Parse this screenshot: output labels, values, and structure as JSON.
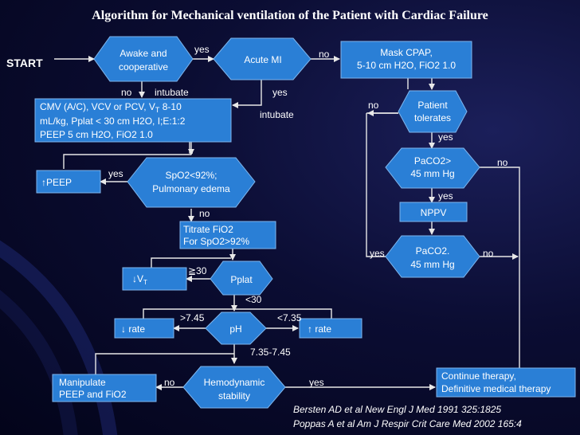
{
  "title": "Algorithm for Mechanical ventilation of the Patient with Cardiac Failure",
  "start_label": "START",
  "nodes": {
    "awake": [
      "Awake and",
      "cooperative"
    ],
    "acute_mi": [
      "Acute MI"
    ],
    "mask_cpap": [
      "Mask CPAP,",
      "5-10 cm H2O, FiO2 1.0"
    ],
    "patient_tolerates": [
      "Patient",
      "tolerates"
    ],
    "cmv": [
      "CMV (A/C), VCV or PCV, V",
      "T",
      " 8-10",
      "mL/kg, Pplat < 30 cm H2O, I;E:1:2",
      "PEEP 5 cm H2O, FiO2 1.0"
    ],
    "paco2_high": [
      "PaCO2>",
      "45 mm Hg"
    ],
    "peep": "↑PEEP",
    "spo2": [
      "SpO2<92%;",
      "Pulmonary edema"
    ],
    "nppv": "NPPV",
    "titrate": [
      "Titrate FiO2",
      "For SpO2>92%"
    ],
    "paco2_2": [
      "PaCO2.",
      "45 mm Hg"
    ],
    "vt": [
      "↓V",
      "T"
    ],
    "pplat": "Pplat",
    "rate_down": "↓ rate",
    "ph": "pH",
    "rate_up": "↑ rate",
    "manipulate": [
      "Manipulate",
      "PEEP and FiO2"
    ],
    "hemodynamic": [
      "Hemodynamic",
      "stability"
    ],
    "continue": [
      "Continue therapy,",
      "Definitive medical therapy"
    ]
  },
  "edge_labels": {
    "awake_yes": "yes",
    "mi_no": "no",
    "awake_no": "no",
    "intubate1": "intubate",
    "mi_yes": "yes",
    "intubate2": "intubate",
    "tolerates_no": "no",
    "tolerates_yes": "yes",
    "paco2_no": "no",
    "spo2_yes": "yes",
    "paco2_yes": "yes",
    "spo2_no": "no",
    "paco2b_yes": "yes",
    "paco2b_no": "no",
    "pplat_ge30": "≧30",
    "pplat_lt30": "<30",
    "ph_gt": ">7.45",
    "ph_lt": "<7.35",
    "ph_mid": "7.35-7.45",
    "hemo_no": "no",
    "hemo_yes": "yes"
  },
  "references": [
    "Bersten AD et al New Engl J Med 1991 325:1825",
    "Poppas A et al Am J Respir Crit Care Med 2002 165:4"
  ]
}
